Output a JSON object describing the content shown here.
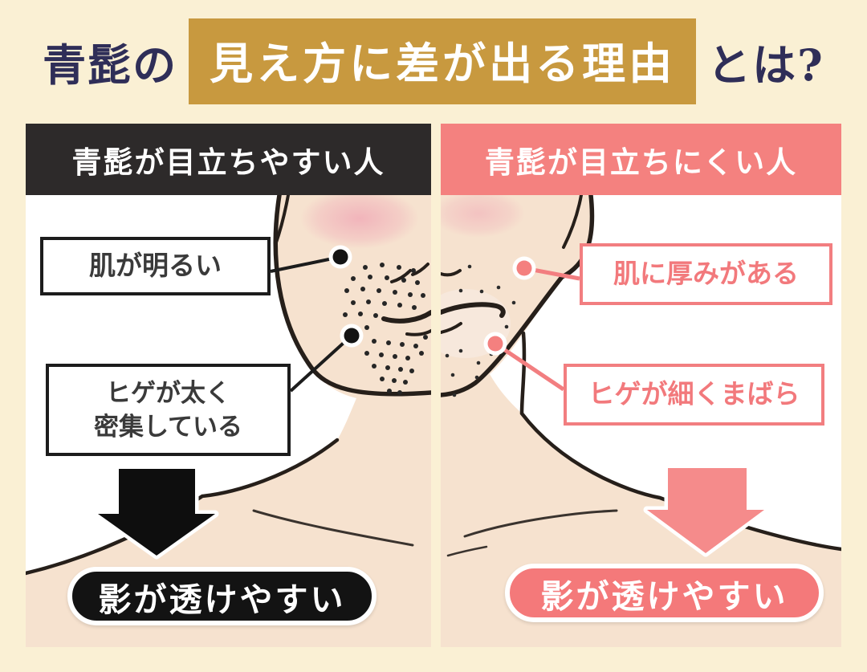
{
  "title": {
    "prefix": "青髭の",
    "highlight": "見え方に差が出る理由",
    "suffix": "とは?"
  },
  "panels": [
    {
      "id": "beard-noticeable",
      "header": "青髭が目立ちやすい人",
      "labels": [
        {
          "text": "肌が明るい"
        },
        {
          "line1": "ヒゲが太く",
          "line2": "密集している"
        }
      ],
      "conclusion": "影が透けやすい"
    },
    {
      "id": "beard-less-noticeable",
      "header": "青髭が目立ちにくい人",
      "labels": [
        {
          "text": "肌に厚みがある"
        },
        {
          "text": "ヒゲが細くまばら"
        }
      ],
      "conclusion": "影が透けやすい"
    }
  ],
  "icons": {
    "left_arrow": "down-arrow",
    "right_arrow": "down-arrow"
  },
  "colors": {
    "page_background": "#FAF0D4",
    "title_navy": "#2F2E58",
    "title_gold": "#C8993F",
    "header_dark": "#2D2A2A",
    "header_pink": "#F4817F",
    "pink_accent": "#F27E80",
    "pill_dark": "#131313",
    "pill_pink": "#F4797A",
    "skin": "#F6E2CF",
    "outline": "#261F1A"
  }
}
